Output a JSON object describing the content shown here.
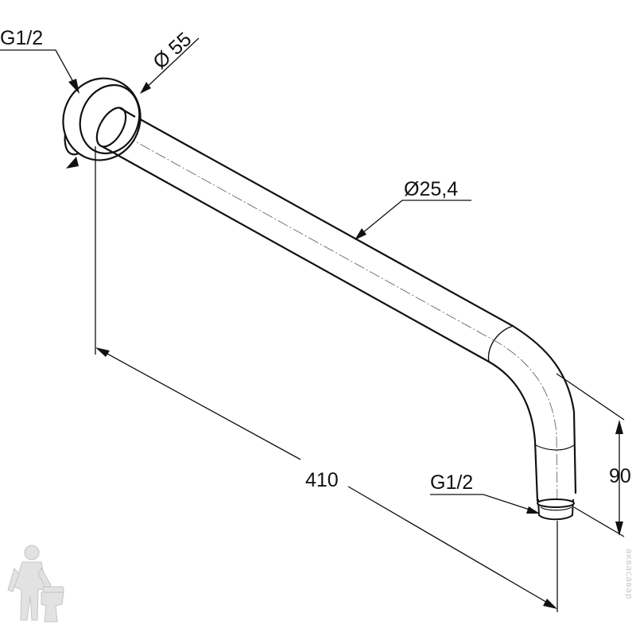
{
  "drawing": {
    "colors": {
      "line": "#111111",
      "centerline": "#666666",
      "watermark": "#c9c9c9",
      "background": "#ffffff"
    },
    "labels": {
      "thread_wall": "G1/2",
      "flange_diameter": "Ø 55",
      "pipe_diameter": "Ø25,4",
      "length": "410",
      "thread_outlet": "G1/2",
      "drop": "90"
    },
    "watermark": {
      "icon": "plumber-mascot-icon",
      "text": "аквасавар"
    }
  }
}
